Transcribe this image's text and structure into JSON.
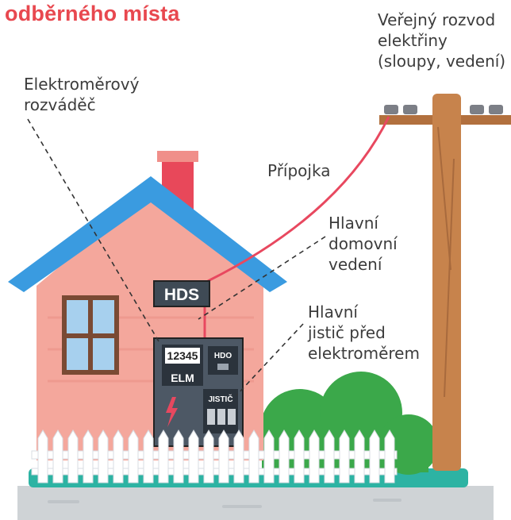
{
  "title": "odběrného místa",
  "labels": {
    "public_grid": [
      "Veřejný rozvod",
      "elektřiny",
      "(sloupy, vedení)"
    ],
    "meter_cabinet": [
      "Elektroměrový",
      "rozváděč"
    ],
    "service_line": "Přípojka",
    "main_house_line": [
      "Hlavní",
      "domovní",
      "vedení"
    ],
    "main_breaker": [
      "Hlavní",
      "jistič před",
      "elektroměrem"
    ]
  },
  "box_labels": {
    "hds": "HDS",
    "meter_reading": "12345",
    "hdo": "HDO",
    "elm": "ELM",
    "breaker": "JISTIČ"
  },
  "colors": {
    "title": "#e8484f",
    "roof": "#3a9be0",
    "wall": "#f4a79c",
    "pole": "#c7834c",
    "wire": "#e8485f",
    "ground": "#2db3a3",
    "bush": "#3ba84a"
  }
}
